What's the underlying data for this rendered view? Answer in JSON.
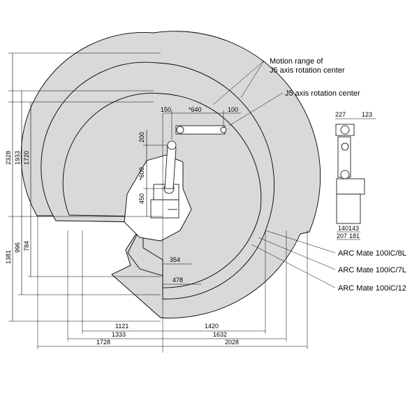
{
  "callouts": {
    "motion_range": [
      "Motion range of",
      "J5 axis rotation center"
    ],
    "j5_center": "J5 axis rotation center",
    "models": [
      "ARC Mate 100iC/8L",
      "ARC Mate 100iC/7L",
      "ARC Mate 100iC/12"
    ]
  },
  "dims": {
    "top": [
      "150",
      "*640",
      "100"
    ],
    "vertical_arm": [
      "200",
      "*600",
      "450"
    ],
    "left_upper": [
      "2328",
      "1933",
      "1720"
    ],
    "left_lower": [
      "1381",
      "996",
      "784"
    ],
    "inner_horizontal": [
      "354",
      "478"
    ],
    "bottom_left": [
      "1121",
      "1333",
      "1728"
    ],
    "bottom_right": [
      "1420",
      "1632",
      "2028"
    ],
    "side_top": [
      "227",
      "123"
    ],
    "side_base": [
      "140",
      "143",
      "207",
      "181"
    ]
  },
  "colors": {
    "region": "#d9d9d9",
    "line": "#000000"
  }
}
